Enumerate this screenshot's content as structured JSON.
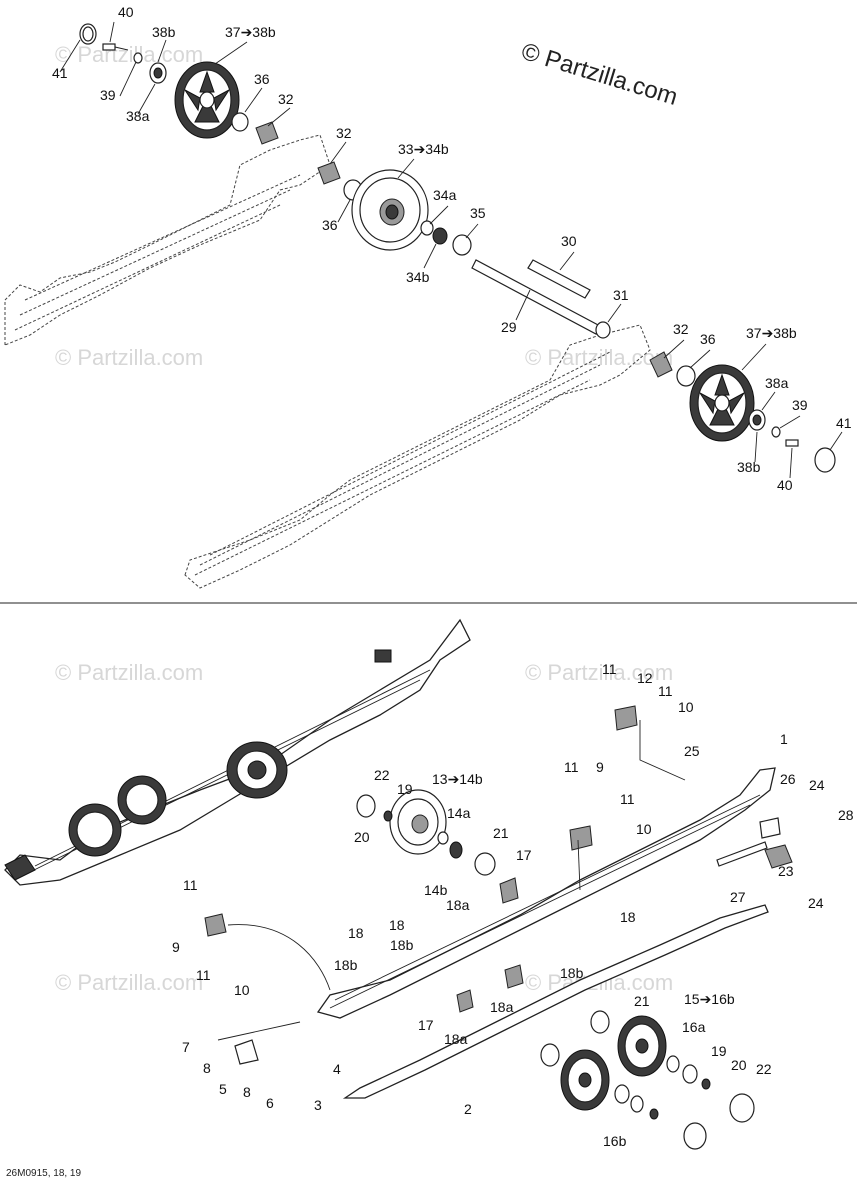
{
  "watermark": {
    "main": "© Partzilla.com",
    "faint": "© Partzilla.com"
  },
  "diagram_code": "26M0915, 18, 19",
  "labels": {
    "l40a": "40",
    "l38b_a": "38b",
    "l37a": "37➔38b",
    "l41a": "41",
    "l39a": "39",
    "l38a_a": "38a",
    "l36a": "36",
    "l32a": "32",
    "l32b": "32",
    "l33": "33➔34b",
    "l36b": "36",
    "l34a": "34a",
    "l35": "35",
    "l34b": "34b",
    "l30": "30",
    "l31": "31",
    "l29": "29",
    "l32c": "32",
    "l36c": "36",
    "l37b": "37➔38b",
    "l38a_b": "38a",
    "l39b": "39",
    "l41b": "41",
    "l38b_b": "38b",
    "l40b": "40",
    "l11a": "11",
    "l12": "12",
    "l11b": "11",
    "l10a": "10",
    "l25": "25",
    "l1": "1",
    "l22a": "22",
    "l19a": "19",
    "l13": "13➔14b",
    "l11c": "11",
    "l9a": "9",
    "l26": "26",
    "l24a": "24",
    "l28": "28",
    "l20a": "20",
    "l14a": "14a",
    "l11d": "11",
    "l10b": "10",
    "l21a": "21",
    "l17a": "17",
    "l14b": "14b",
    "l18a_a": "18a",
    "l23": "23",
    "l27": "27",
    "l24b": "24",
    "l11e": "11",
    "l9b": "9",
    "l11f": "11",
    "l10c": "10",
    "l18a": "18",
    "l18b_a": "18b",
    "l18b": "18",
    "l18c": "18",
    "l18b_b": "18b",
    "l18b_c": "18b",
    "l18a_b": "18a",
    "l17b": "17",
    "l18a_c": "18a",
    "l21b": "21",
    "l15": "15➔16b",
    "l16a": "16a",
    "l7": "7",
    "l8a": "8",
    "l5": "5",
    "l8b": "8",
    "l6": "6",
    "l4": "4",
    "l3": "3",
    "l2": "2",
    "l19b": "19",
    "l20b": "20",
    "l22b": "22",
    "l16b": "16b"
  }
}
